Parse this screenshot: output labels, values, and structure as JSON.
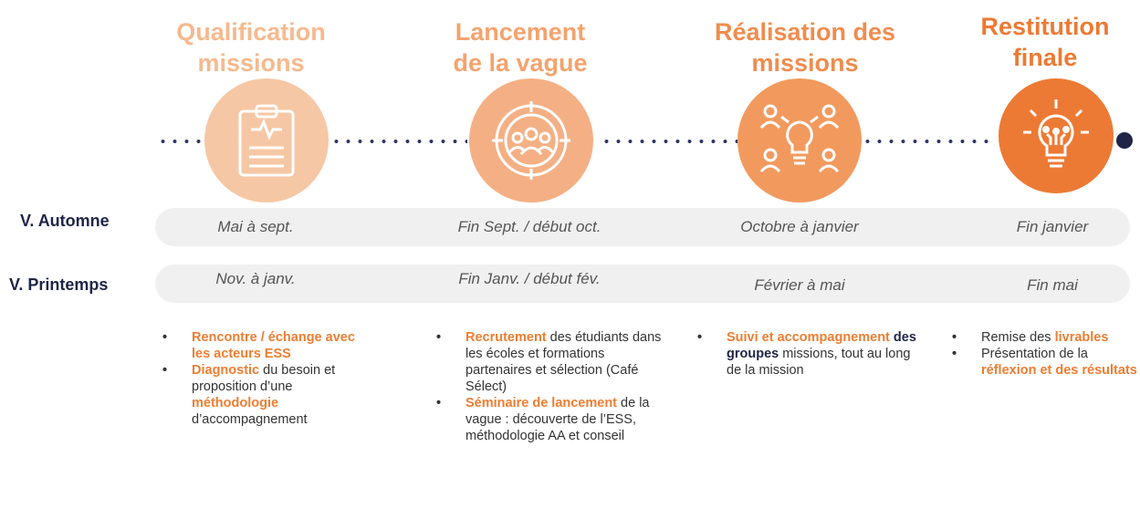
{
  "phases": [
    {
      "title_line1": "Qualification",
      "title_line2": "missions",
      "color": "#f6b98e",
      "icon": "clipboard-heartbeat-icon"
    },
    {
      "title_line1": "Lancement",
      "title_line2": "de la vague",
      "color": "#f4a36e",
      "icon": "target-group-icon"
    },
    {
      "title_line1": "Réalisation des",
      "title_line2": "missions",
      "color": "#f08c4e",
      "icon": "lightbulb-team-icon"
    },
    {
      "title_line1": "Restitution",
      "title_line2": "finale",
      "color": "#ec7a34",
      "icon": "lightbulb-circuit-icon"
    }
  ],
  "rows": [
    {
      "label": "V. Automne",
      "cells": [
        "Mai à sept.",
        "Fin Sept. / début oct.",
        "Octobre à janvier",
        "Fin janvier"
      ]
    },
    {
      "label": "V. Printemps",
      "cells": [
        "Nov. à janv.",
        "Fin Janv. / début fév.",
        "Février à mai",
        "Fin mai"
      ]
    }
  ],
  "details": {
    "col1": {
      "b1_hl": "Rencontre / échange avec les acteurs ESS",
      "b2_hl": "Diagnostic",
      "b2_t1": " du besoin et proposition d’une ",
      "b2_hl2": "méthodologie",
      "b2_t2": " d’accompagnement"
    },
    "col2": {
      "b1_hl": "Recrutement",
      "b1_t1": " des étudiants dans les écoles et formations partenaires et sélection (Café Sélect)",
      "b2_hl": "Séminaire de lancement",
      "b2_t1": " de la vague : découverte de l’ESS, méthodologie AA et conseil"
    },
    "col3": {
      "b1_hl": "Suivi et accompagnement",
      "b1_bd": " des groupes",
      "b1_t1": " missions, tout au long de la mission"
    },
    "col4": {
      "b1_t1": "Remise des ",
      "b1_hl": "livrables",
      "b2_t1": "Présentation de la ",
      "b2_hl": "réflexion et des résultats"
    }
  },
  "colors": {
    "navy": "#1f2547",
    "orange": "#ee7d31",
    "bar": "#f0f0f0"
  }
}
